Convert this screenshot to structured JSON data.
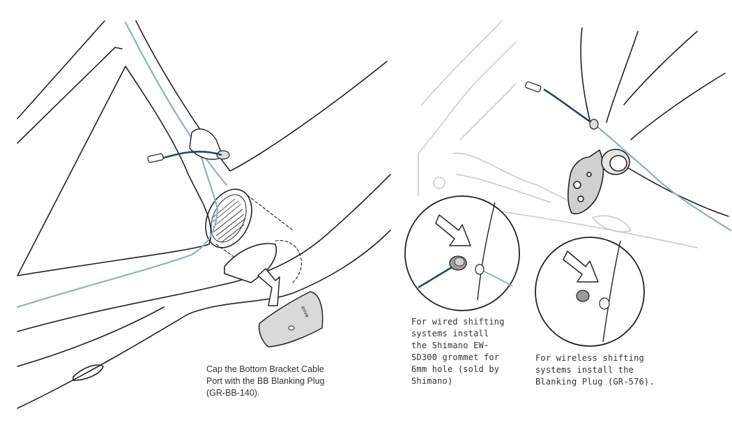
{
  "figure": {
    "bb_plug_logo": "enve",
    "captions": {
      "bb_port": "Cap the Bottom Bracket Cable\nPort with the BB Blanking Plug\n(GR-BB-140).",
      "wired": "For wired shifting\nsystems install\nthe Shimano EW-\nSD300 grommet for\n6mm hole (sold by\nShimano)",
      "wireless": "For wireless shifting\nsystems install the\nBlanking Plug (GR-576)."
    },
    "colors": {
      "outline": "#222222",
      "cable_routing": "#8fb0c0",
      "wire": "#1e4a66",
      "plug_fill": "#d9d9d9",
      "ghost_frame": "#c8c8c8"
    }
  }
}
